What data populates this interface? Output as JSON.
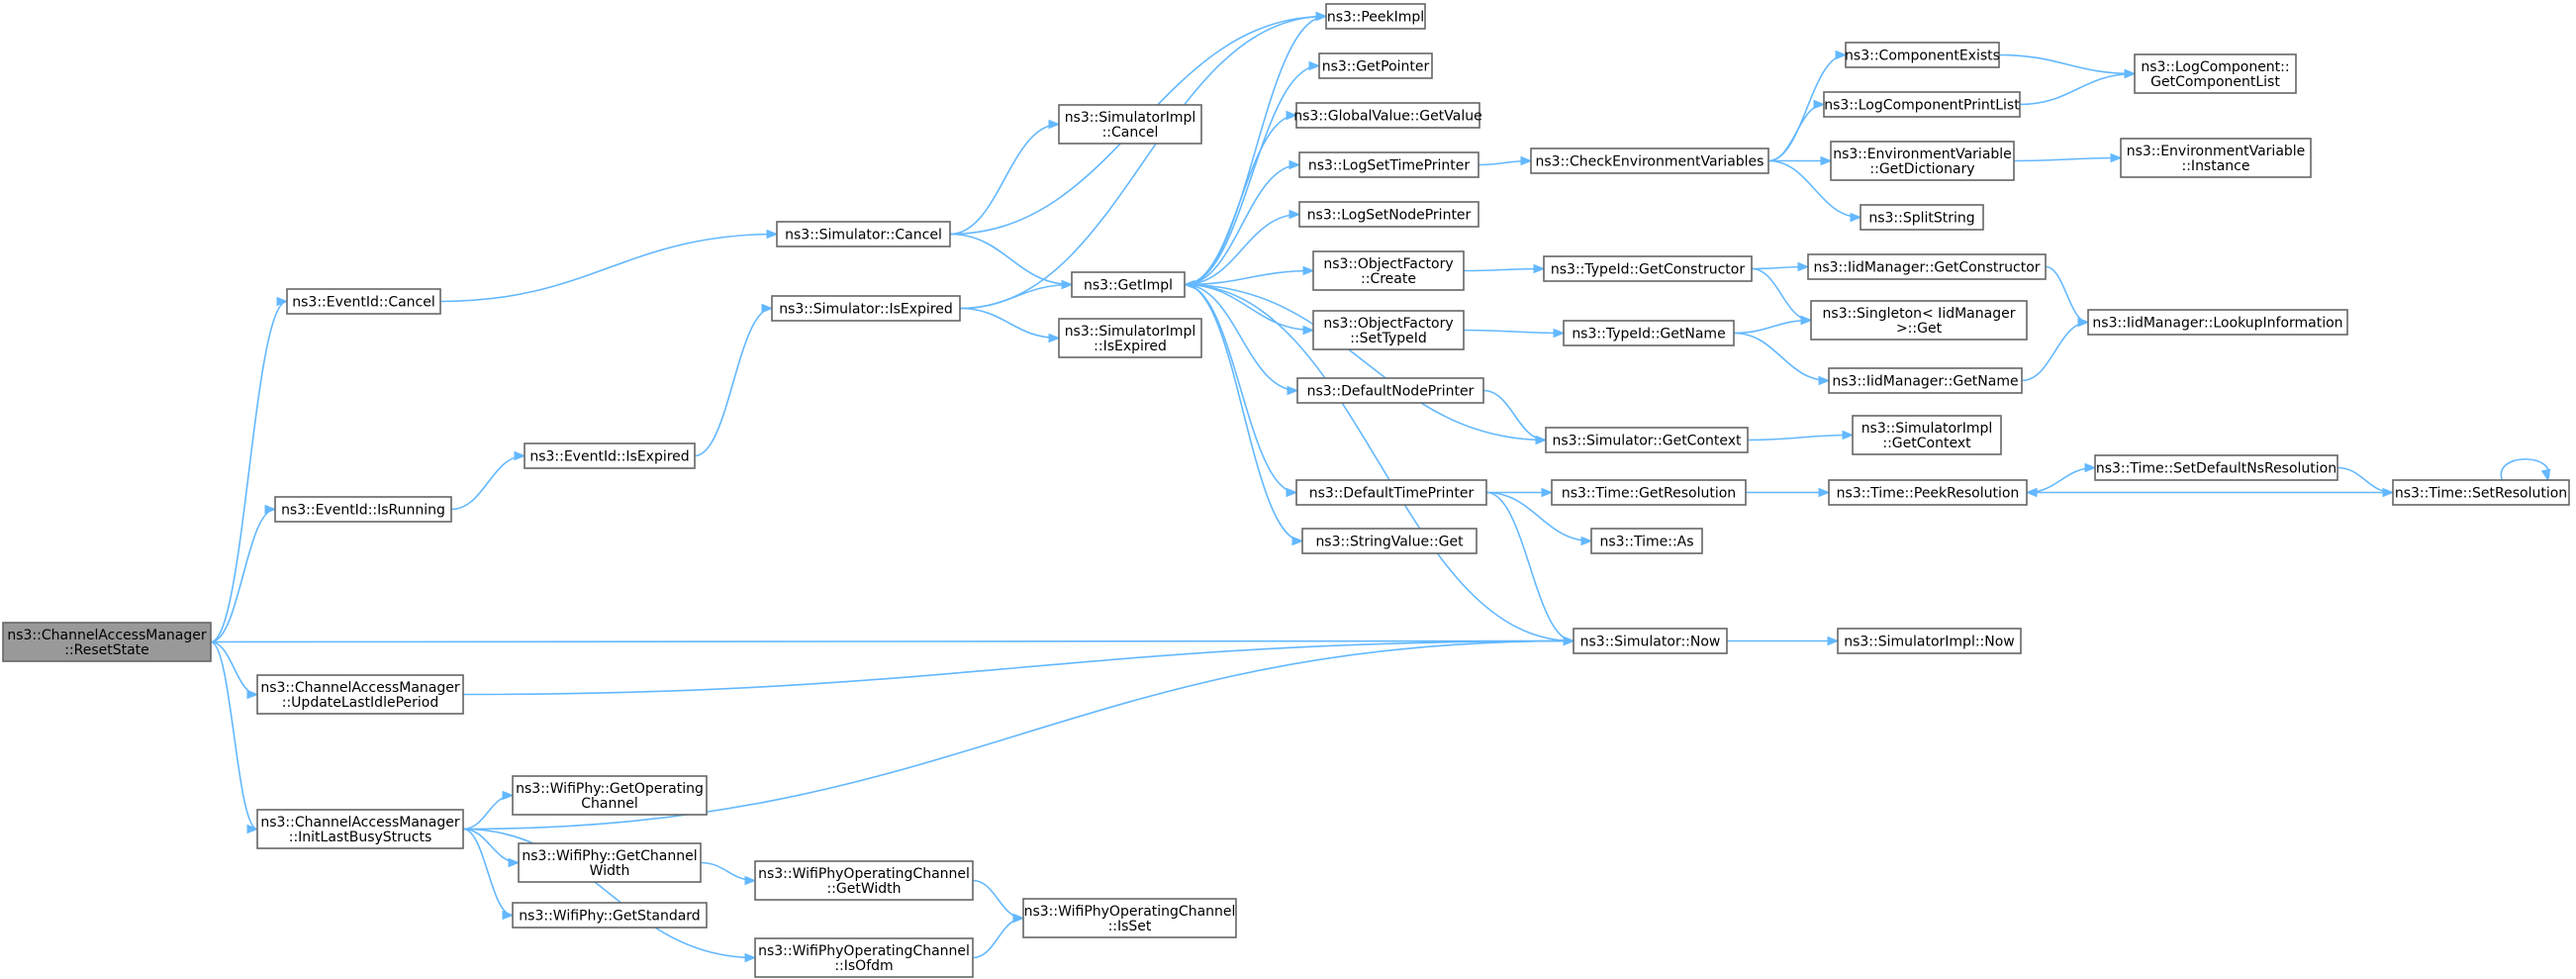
{
  "colors": {
    "edge": "#63b8ff",
    "node_border": "#666666",
    "root_fill": "#999999",
    "node_fill": "#ffffff"
  },
  "nodes": [
    {
      "id": "reset",
      "lines": [
        "ns3::ChannelAccessManager",
        "::ResetState"
      ],
      "root": true
    },
    {
      "id": "evCancel",
      "lines": [
        "ns3::EventId::Cancel"
      ]
    },
    {
      "id": "evRunning",
      "lines": [
        "ns3::EventId::IsRunning"
      ]
    },
    {
      "id": "updLast",
      "lines": [
        "ns3::ChannelAccessManager",
        "::UpdateLastIdlePeriod"
      ]
    },
    {
      "id": "initLast",
      "lines": [
        "ns3::ChannelAccessManager",
        "::InitLastBusyStructs"
      ]
    },
    {
      "id": "evExpired",
      "lines": [
        "ns3::EventId::IsExpired"
      ]
    },
    {
      "id": "simCancel",
      "lines": [
        "ns3::Simulator::Cancel"
      ]
    },
    {
      "id": "simExpired",
      "lines": [
        "ns3::Simulator::IsExpired"
      ]
    },
    {
      "id": "implCancel",
      "lines": [
        "ns3::SimulatorImpl",
        "::Cancel"
      ]
    },
    {
      "id": "getImpl",
      "lines": [
        "ns3::GetImpl"
      ]
    },
    {
      "id": "implExpired",
      "lines": [
        "ns3::SimulatorImpl",
        "::IsExpired"
      ]
    },
    {
      "id": "peekImpl",
      "lines": [
        "ns3::PeekImpl"
      ]
    },
    {
      "id": "getPointer",
      "lines": [
        "ns3::GetPointer"
      ]
    },
    {
      "id": "gvGetValue",
      "lines": [
        "ns3::GlobalValue::GetValue"
      ]
    },
    {
      "id": "logTime",
      "lines": [
        "ns3::LogSetTimePrinter"
      ]
    },
    {
      "id": "logNode",
      "lines": [
        "ns3::LogSetNodePrinter"
      ]
    },
    {
      "id": "ofCreate",
      "lines": [
        "ns3::ObjectFactory",
        "::Create"
      ]
    },
    {
      "id": "ofSetType",
      "lines": [
        "ns3::ObjectFactory",
        "::SetTypeId"
      ]
    },
    {
      "id": "defNode",
      "lines": [
        "ns3::DefaultNodePrinter"
      ]
    },
    {
      "id": "defTime",
      "lines": [
        "ns3::DefaultTimePrinter"
      ]
    },
    {
      "id": "strGet",
      "lines": [
        "ns3::StringValue::Get"
      ]
    },
    {
      "id": "simNow",
      "lines": [
        "ns3::Simulator::Now"
      ]
    },
    {
      "id": "checkEnv",
      "lines": [
        "ns3::CheckEnvironmentVariables"
      ]
    },
    {
      "id": "tidCtor",
      "lines": [
        "ns3::TypeId::GetConstructor"
      ]
    },
    {
      "id": "tidName",
      "lines": [
        "ns3::TypeId::GetName"
      ]
    },
    {
      "id": "simCtx",
      "lines": [
        "ns3::Simulator::GetContext"
      ]
    },
    {
      "id": "timeRes",
      "lines": [
        "ns3::Time::GetResolution"
      ]
    },
    {
      "id": "timeAs",
      "lines": [
        "ns3::Time::As"
      ]
    },
    {
      "id": "implNow",
      "lines": [
        "ns3::SimulatorImpl::Now"
      ]
    },
    {
      "id": "compExists",
      "lines": [
        "ns3::ComponentExists"
      ]
    },
    {
      "id": "logCompPrint",
      "lines": [
        "ns3::LogComponentPrintList"
      ]
    },
    {
      "id": "envDict",
      "lines": [
        "ns3::EnvironmentVariable",
        "::GetDictionary"
      ]
    },
    {
      "id": "splitStr",
      "lines": [
        "ns3::SplitString"
      ]
    },
    {
      "id": "iidCtor",
      "lines": [
        "ns3::IidManager::GetConstructor"
      ]
    },
    {
      "id": "singleton",
      "lines": [
        "ns3::Singleton< IidManager",
        " >::Get"
      ]
    },
    {
      "id": "iidName",
      "lines": [
        "ns3::IidManager::GetName"
      ]
    },
    {
      "id": "implCtx",
      "lines": [
        "ns3::SimulatorImpl",
        "::GetContext"
      ]
    },
    {
      "id": "peekRes",
      "lines": [
        "ns3::Time::PeekResolution"
      ]
    },
    {
      "id": "logCompList",
      "lines": [
        "ns3::LogComponent::",
        "GetComponentList"
      ]
    },
    {
      "id": "envInst",
      "lines": [
        "ns3::EnvironmentVariable",
        "::Instance"
      ]
    },
    {
      "id": "iidLookup",
      "lines": [
        "ns3::IidManager::LookupInformation"
      ]
    },
    {
      "id": "setDefRes",
      "lines": [
        "ns3::Time::SetDefaultNsResolution"
      ]
    },
    {
      "id": "setRes",
      "lines": [
        "ns3::Time::SetResolution"
      ]
    },
    {
      "id": "phyOpCh",
      "lines": [
        "ns3::WifiPhy::GetOperating",
        "Channel"
      ]
    },
    {
      "id": "phyChW",
      "lines": [
        "ns3::WifiPhy::GetChannel",
        "Width"
      ]
    },
    {
      "id": "phyStd",
      "lines": [
        "ns3::WifiPhy::GetStandard"
      ]
    },
    {
      "id": "opGetW",
      "lines": [
        "ns3::WifiPhyOperatingChannel",
        "::GetWidth"
      ]
    },
    {
      "id": "opOfdm",
      "lines": [
        "ns3::WifiPhyOperatingChannel",
        "::IsOfdm"
      ]
    },
    {
      "id": "opIsSet",
      "lines": [
        "ns3::WifiPhyOperatingChannel",
        "::IsSet"
      ]
    }
  ],
  "edges": [
    [
      "reset",
      "evCancel"
    ],
    [
      "reset",
      "evRunning"
    ],
    [
      "reset",
      "simNow"
    ],
    [
      "reset",
      "updLast"
    ],
    [
      "reset",
      "initLast"
    ],
    [
      "evCancel",
      "simCancel"
    ],
    [
      "evRunning",
      "evExpired"
    ],
    [
      "evExpired",
      "simExpired"
    ],
    [
      "simCancel",
      "implCancel"
    ],
    [
      "simCancel",
      "getImpl"
    ],
    [
      "simCancel",
      "peekImpl"
    ],
    [
      "simExpired",
      "getImpl"
    ],
    [
      "simExpired",
      "implExpired"
    ],
    [
      "simExpired",
      "peekImpl"
    ],
    [
      "getImpl",
      "peekImpl"
    ],
    [
      "getImpl",
      "getPointer"
    ],
    [
      "getImpl",
      "gvGetValue"
    ],
    [
      "getImpl",
      "logTime"
    ],
    [
      "getImpl",
      "logNode"
    ],
    [
      "getImpl",
      "ofCreate"
    ],
    [
      "getImpl",
      "ofSetType"
    ],
    [
      "getImpl",
      "defNode"
    ],
    [
      "getImpl",
      "defTime"
    ],
    [
      "getImpl",
      "strGet"
    ],
    [
      "getImpl",
      "simNow"
    ],
    [
      "logTime",
      "checkEnv"
    ],
    [
      "checkEnv",
      "compExists"
    ],
    [
      "checkEnv",
      "logCompPrint"
    ],
    [
      "checkEnv",
      "envDict"
    ],
    [
      "checkEnv",
      "splitStr"
    ],
    [
      "compExists",
      "logCompList"
    ],
    [
      "logCompPrint",
      "logCompList"
    ],
    [
      "envDict",
      "envInst"
    ],
    [
      "ofCreate",
      "tidCtor"
    ],
    [
      "tidCtor",
      "iidCtor"
    ],
    [
      "tidCtor",
      "singleton"
    ],
    [
      "iidCtor",
      "iidLookup"
    ],
    [
      "ofSetType",
      "tidName"
    ],
    [
      "tidName",
      "singleton"
    ],
    [
      "tidName",
      "iidName"
    ],
    [
      "iidName",
      "iidLookup"
    ],
    [
      "defNode",
      "simCtx"
    ],
    [
      "simCtx",
      "getImpl"
    ],
    [
      "simCtx",
      "implCtx"
    ],
    [
      "defTime",
      "timeRes"
    ],
    [
      "defTime",
      "timeAs"
    ],
    [
      "defTime",
      "simNow"
    ],
    [
      "timeRes",
      "peekRes"
    ],
    [
      "peekRes",
      "setDefRes"
    ],
    [
      "setDefRes",
      "setRes"
    ],
    [
      "setRes",
      "setRes"
    ],
    [
      "setRes",
      "peekRes"
    ],
    [
      "simNow",
      "implNow"
    ],
    [
      "updLast",
      "simNow"
    ],
    [
      "initLast",
      "simNow"
    ],
    [
      "initLast",
      "phyOpCh"
    ],
    [
      "initLast",
      "phyChW"
    ],
    [
      "initLast",
      "phyStd"
    ],
    [
      "initLast",
      "opOfdm"
    ],
    [
      "phyChW",
      "opGetW"
    ],
    [
      "opGetW",
      "opIsSet"
    ],
    [
      "opOfdm",
      "opIsSet"
    ]
  ]
}
